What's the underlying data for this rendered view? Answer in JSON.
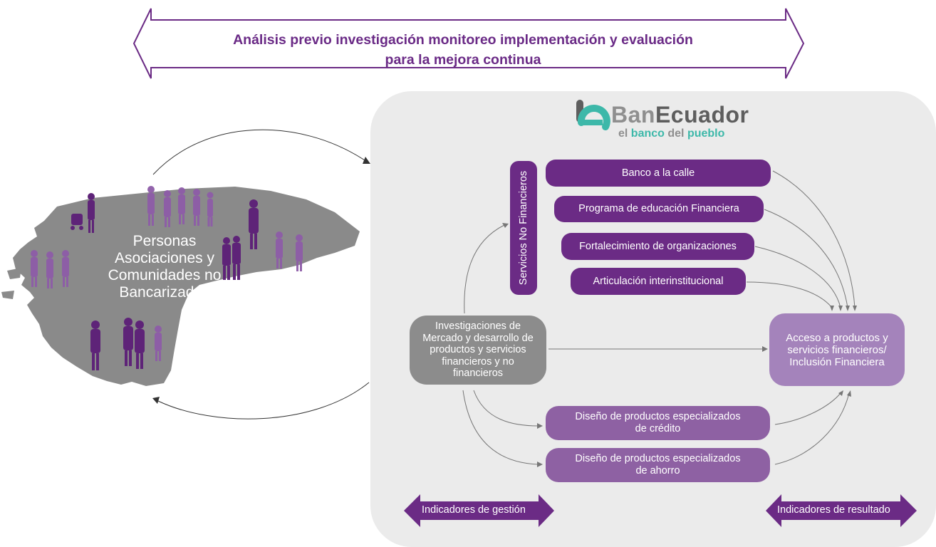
{
  "header": {
    "title_line1": "Análisis previo investigación monitoreo implementación y evaluación",
    "title_line2": "para la mejora continua"
  },
  "logo": {
    "name_ban": "Ban",
    "name_ecuador": "Ecuador",
    "tagline_el": "el ",
    "tagline_banco": "banco",
    "tagline_del": " del ",
    "tagline_pueblo": "pueblo"
  },
  "map": {
    "label": "Personas Asociaciones y Comunidades no Bancarizadas"
  },
  "vertical_box": {
    "label": "Servicios No Financieros"
  },
  "services": [
    "Banco a la calle",
    "Programa de  educación Financiera",
    "Fortalecimiento de organizaciones",
    "Articulación interinstitucional"
  ],
  "research_box": {
    "label": "Investigaciones de Mercado y desarrollo de productos y servicios financieros y no financieros"
  },
  "result_box": {
    "label": "Acceso a productos y servicios financieros/ Inclusión Financiera"
  },
  "design_boxes": [
    "Diseño de productos especializados de crédito",
    "Diseño de productos especializados de ahorro"
  ],
  "indicators": {
    "management": "Indicadores de gestión",
    "results": "Indicadores de resultado"
  },
  "colors": {
    "dark_purple": "#6b2b85",
    "mid_purple": "#8e61a3",
    "light_purple": "#a483bb",
    "gray_box": "#8c8c8c",
    "panel_bg": "#ebebeb",
    "teal": "#3db8a9",
    "map_gray": "#8a8a8a"
  }
}
